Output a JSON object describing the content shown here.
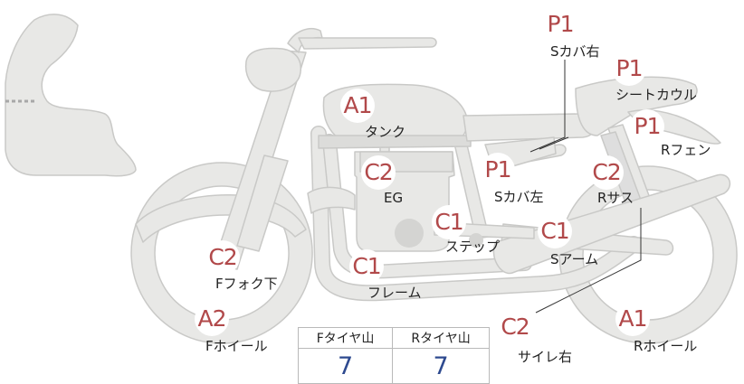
{
  "colors": {
    "part_fill": "#e8e8e6",
    "part_stroke": "#c9c9c7",
    "engine_detail": "#d7d7d5",
    "badge_text": "#b1494a",
    "value_text": "#2e4a8f",
    "leader_line": "#333333"
  },
  "parts": [
    {
      "id": "s-cover-right",
      "grade": "P1",
      "label": "Sカバ右"
    },
    {
      "id": "seat-cowl",
      "grade": "P1",
      "label": "シートカウル"
    },
    {
      "id": "rear-fender",
      "grade": "P1",
      "label": "Rフェン"
    },
    {
      "id": "tank",
      "grade": "A1",
      "label": "タンク"
    },
    {
      "id": "engine",
      "grade": "C2",
      "label": "EG"
    },
    {
      "id": "s-cover-left",
      "grade": "P1",
      "label": "Sカバ左"
    },
    {
      "id": "rear-suspension",
      "grade": "C2",
      "label": "Rサス"
    },
    {
      "id": "step",
      "grade": "C1",
      "label": "ステップ"
    },
    {
      "id": "swing-arm",
      "grade": "C1",
      "label": "Sアーム"
    },
    {
      "id": "front-fork-lower",
      "grade": "C2",
      "label": "Fフォク下"
    },
    {
      "id": "frame",
      "grade": "C1",
      "label": "フレーム"
    },
    {
      "id": "front-wheel",
      "grade": "A2",
      "label": "Fホイール"
    },
    {
      "id": "muffler",
      "grade": "C2",
      "label": "サイレ右"
    },
    {
      "id": "rear-wheel",
      "grade": "A1",
      "label": "Rホイール"
    }
  ],
  "tire_table": {
    "front_header": "Fタイヤ山",
    "rear_header": "Rタイヤ山",
    "front_value": "7",
    "rear_value": "7"
  }
}
